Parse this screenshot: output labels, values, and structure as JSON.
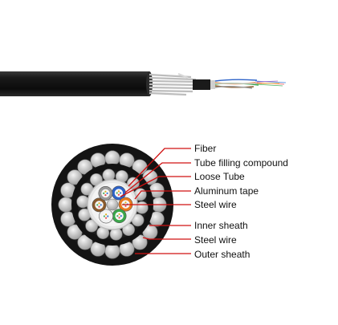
{
  "diagram": {
    "labels": [
      "Fiber",
      "Tube filling compound",
      "Loose Tube",
      "Aluminum tape",
      "Steel wire",
      "Inner sheath",
      "Steel wire",
      "Outer sheath"
    ],
    "colors": {
      "sheath": "#141414",
      "steel_wire": "#c8c8c8",
      "aluminum": "#e6e6e6",
      "leader_line": "#d01010",
      "tube_blue": "#2c62c8",
      "tube_orange": "#e87a1e",
      "tube_green": "#3aa64a",
      "tube_white": "#f2f2f2",
      "tube_brown": "#8a5a2c",
      "tube_gray": "#9a9a9a"
    }
  }
}
